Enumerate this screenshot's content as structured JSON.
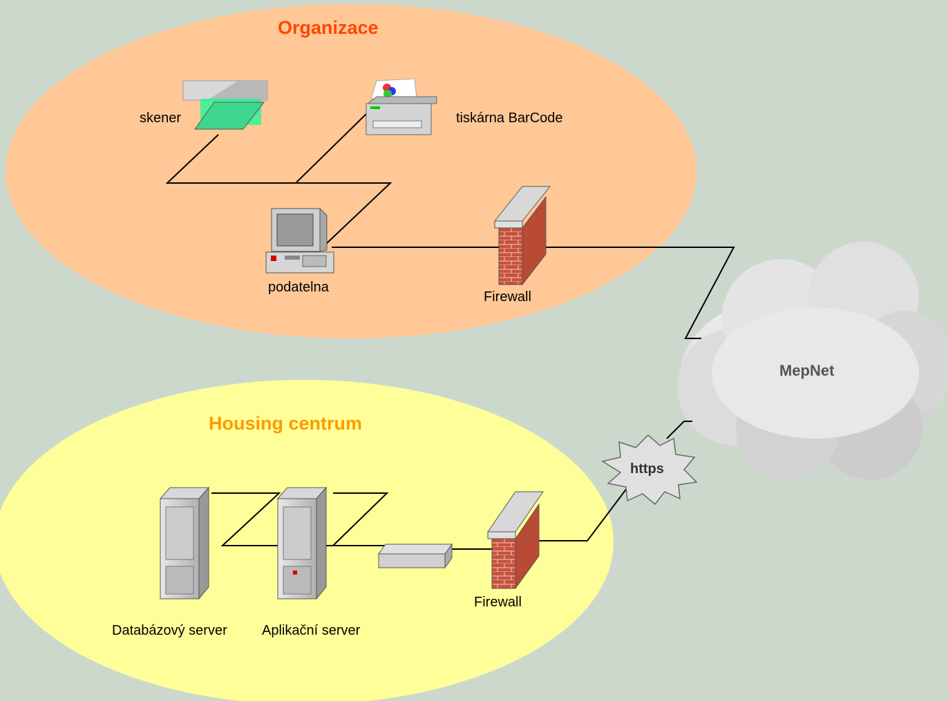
{
  "zones": {
    "organizace": {
      "title": "Organizace",
      "color": "#ffc896"
    },
    "housing": {
      "title": "Housing centrum",
      "color": "#ffff99"
    }
  },
  "devices": {
    "skener": "skener",
    "tiskarna": "tiskárna BarCode",
    "podatelna": "podatelna",
    "firewall_org": "Firewall",
    "firewall_housing": "Firewall",
    "db_server": "Databázový server",
    "app_server": "Aplikační server"
  },
  "network": {
    "cloud": "MepNet",
    "protocol": "https"
  },
  "colors": {
    "background": "#cdd8cd",
    "organizace_title": "#ff4500",
    "housing_title": "#ff9a00",
    "brick": "#c8523d"
  }
}
